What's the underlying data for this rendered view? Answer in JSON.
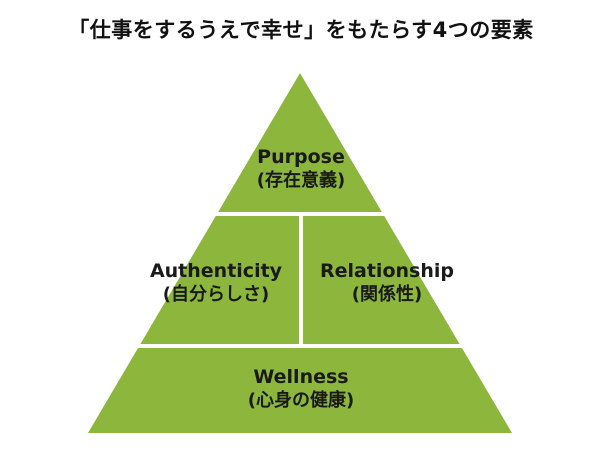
{
  "title": "「仕事をするうえで幸せ」をもたらす4つの要素",
  "colors": {
    "fill": "#8cb63c",
    "divider": "#ffffff",
    "text": "#1a1a1a"
  },
  "levels": [
    {
      "en": "Purpose",
      "ja": "(存在意義)"
    },
    {
      "en": "Authenticity",
      "ja": "(自分らしさ)"
    },
    {
      "en": "Relationship",
      "ja": "(関係性)"
    },
    {
      "en": "Wellness",
      "ja": "(心身の健康)"
    }
  ]
}
